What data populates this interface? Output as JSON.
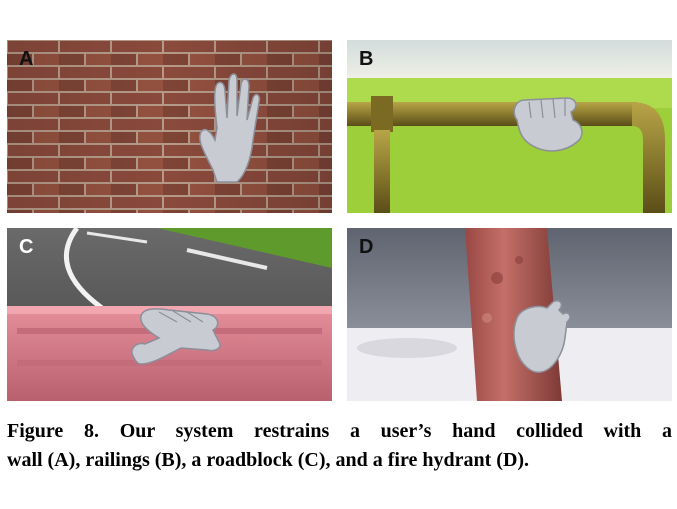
{
  "figure": {
    "panels": [
      {
        "label": "A",
        "scene": "wall",
        "hand_icon": "hand-icon"
      },
      {
        "label": "B",
        "scene": "railings",
        "hand_icon": "hand-icon"
      },
      {
        "label": "C",
        "scene": "roadblock",
        "hand_icon": "hand-icon"
      },
      {
        "label": "D",
        "scene": "fire hydrant",
        "hand_icon": "hand-icon"
      }
    ],
    "caption_line1": "Figure 8. Our system restrains a user’s hand collided with a",
    "caption_line2": "wall (A), railings (B), a roadblock (C), and a fire hydrant (D)."
  },
  "colors": {
    "brick": "#8a4a3c",
    "mortar": "#b59a88",
    "sky": "#dfe6e6",
    "grass": "#9ccf3a",
    "rail": "#8a7a2e",
    "road": "#5a5a5a",
    "roadblock": "#d97b8a",
    "floor": "#eeeef2",
    "hydrant": "#b8625c",
    "hand": "#c9cbd2"
  }
}
